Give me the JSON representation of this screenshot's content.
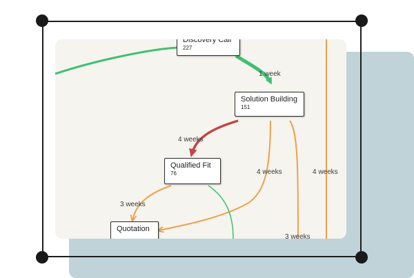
{
  "nodes": {
    "discovery_call": {
      "label": "Discovery Call",
      "count": "227"
    },
    "solution_building": {
      "label": "Solution Building",
      "count": "151"
    },
    "qualified_fit": {
      "label": "Qualified Fit",
      "count": "76"
    },
    "quotation": {
      "label": "Quotation",
      "count": ""
    }
  },
  "edges": {
    "discovery_to_solution": "1 week",
    "solution_to_qualified": "4 weeks",
    "solution_to_quotation": "4 weeks",
    "far_right": "4 weeks",
    "qualified_to_quotation": "3 weeks",
    "solution_down": "3 weeks"
  },
  "colors": {
    "green": "#3fbf73",
    "orange": "#f0a048",
    "red": "#c44545",
    "card_bg": "#f5f4ef",
    "shadow_card": "#c0d3d8"
  }
}
